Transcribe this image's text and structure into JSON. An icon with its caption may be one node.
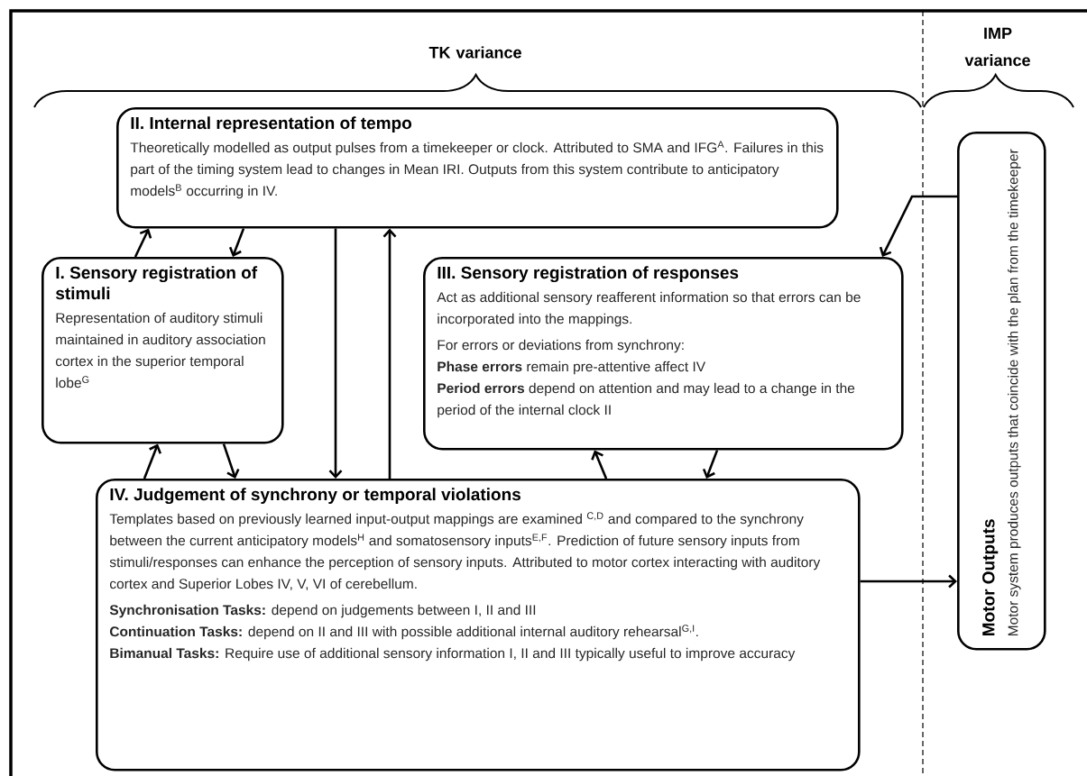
{
  "diagram": {
    "nodes": [
      {
        "text": [
          "II. Internal representation of tempo",
          "Theoretically modelled as output pulses from a timekeeper or clock. Attributed to SMA and IFG$^{A}$.  Failures in this part of the timing system lead to changes in Mean IRI. Outputs from this system contribute to anticipatory models$^{B}$ occurring in IV."
        ]
      },
      {
        "text": [
          "I. Sensory registration of stimuli",
          "Representation of auditory stimuli maintained in auditory association cortex in the superior temporal lobe$^{G}$"
        ]
      },
      {
        "text": [
          "III. Sensory registration of responses",
          "Act as additional sensory reafferent information so that errors can be incorporated into the mappings.",
          "For errors or deviations from synchrony:",
          "**Phase errors** remain pre-attentive affect IV",
          "**Period errors** depend on attention and may lead to a change in the period of the internal clock II"
        ]
      },
      {
        "text": [
          "IV. Judgement of synchrony or temporal violations",
          "Templates based on previously learned input-output mappings are examined $^{C,D}$ and compared to the synchrony between  the current anticipatory models$^{H}$ and somatosensory inputs$^{E,F}$.  Prediction of future sensory inputs from stimuli/responses can enhance the perception of sensory inputs. Attributed to motor cortex interacting with auditory cortex and Superior Lobes IV, V, VI of cerebellum.",
          "**Synchronisation Tasks:** depend on judgements between I, II and III",
          "**Continuation Tasks:** depend on II and III with possible additional internal auditory rehearsal$^{G,I}$.",
          "**Bimanual Tasks:** Require use of additional sensory information I, II and III typically useful to improve accuracy"
        ]
      },
      {
        "text": [
          "Motor Outputs",
          "Motor system produces outputs that coincide with the plan from the timekeeper"
        ]
      }
    ],
    "edges": [
      {
        "from": 1,
        "to": 0,
        "arrow": "to"
      },
      {
        "from": 0,
        "to": 1,
        "arrow": "to"
      },
      {
        "from": 0,
        "to": 3,
        "arrow": "to"
      },
      {
        "from": 3,
        "to": 0,
        "arrow": "to"
      },
      {
        "from": 3,
        "to": 1,
        "arrow": "to"
      },
      {
        "from": 1,
        "to": 3,
        "arrow": "to"
      },
      {
        "from": 3,
        "to": 2,
        "arrow": "to"
      },
      {
        "from": 2,
        "to": 3,
        "arrow": "to"
      },
      {
        "from": 4,
        "to": 2,
        "arrow": "to"
      },
      {
        "from": 3,
        "to": 4,
        "arrow": "to"
      }
    ],
    "labels": [
      "TK variance",
      "IMP variance"
    ]
  }
}
